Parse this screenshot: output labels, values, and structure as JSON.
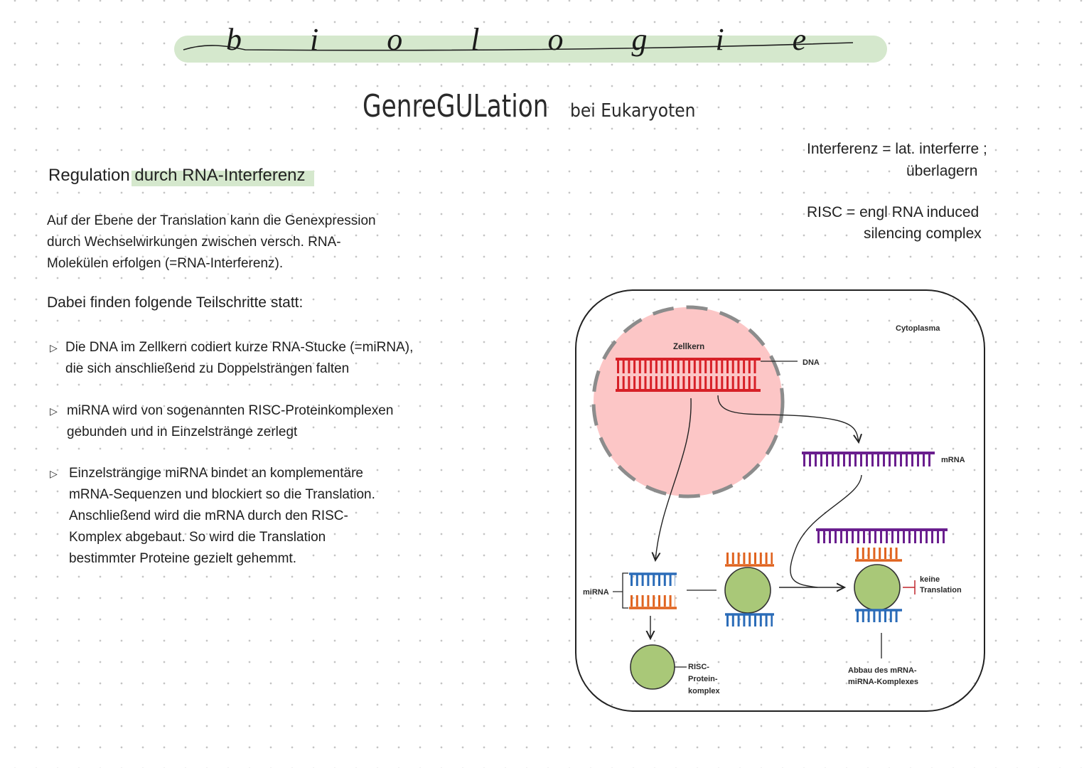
{
  "header": {
    "banner_text": "biologie"
  },
  "title": {
    "main": "GenreGULation",
    "sub": "bei Eukaryoten"
  },
  "definitions": [
    {
      "line1": "Interferenz = lat. interferre ;",
      "line2": "überlagern"
    },
    {
      "line1": "RISC = engl RNA induced",
      "line2": "silencing complex"
    }
  ],
  "section": {
    "heading": "Regulation durch RNA-Interferenz",
    "intro_lines": [
      "Auf der Ebene der Translation kann die Genexpression",
      "durch Wechselwirkungen zwischen versch. RNA-",
      "Molekülen erfolgen (=RNA-Interferenz)."
    ],
    "steps_intro": "Dabei finden folgende Teilschritte statt:",
    "bullet_marker": "▷",
    "steps": [
      {
        "lines": [
          "Die DNA im Zellkern codiert kurze RNA-Stucke (=miRNA),",
          "die sich anschließend zu Doppelsträngen falten"
        ]
      },
      {
        "lines": [
          "miRNA wird von sogenannten RISC-Proteinkomplexen",
          "gebunden und in Einzelstränge zerlegt"
        ]
      },
      {
        "lines": [
          "Einzelsträngige miRNA bindet an komplementäre",
          "mRNA-Sequenzen und blockiert so die Translation.",
          "Anschließend wird die mRNA durch den RISC-",
          "Komplex abgebaut. So wird die Translation",
          "bestimmter Proteine gezielt gehemmt."
        ]
      }
    ]
  },
  "diagram": {
    "cytoplasm": "Cytoplasma",
    "nucleus": "Zellkern",
    "dna": "DNA",
    "mrna": "mRNA",
    "mirna": "miRNA",
    "no_translation": [
      "keine",
      "Translation"
    ],
    "risc": [
      "RISC-",
      "Protein-",
      "komplex"
    ],
    "degradation": [
      "Abbau des mRNA-",
      "miRNA-Komplexes"
    ]
  },
  "colors": {
    "banner": "#d5e8cd",
    "highlight": "#d5e8cd",
    "nucleus_fill": "#fcc6c6",
    "nucleus_border": "#8c8c8c",
    "dna": "#d72027",
    "mrna": "#6a1e8e",
    "mirna_blue": "#2b6cb8",
    "mirna_orange": "#e0631f",
    "risc": "#a9c878",
    "inhibit": "#c0272d"
  }
}
